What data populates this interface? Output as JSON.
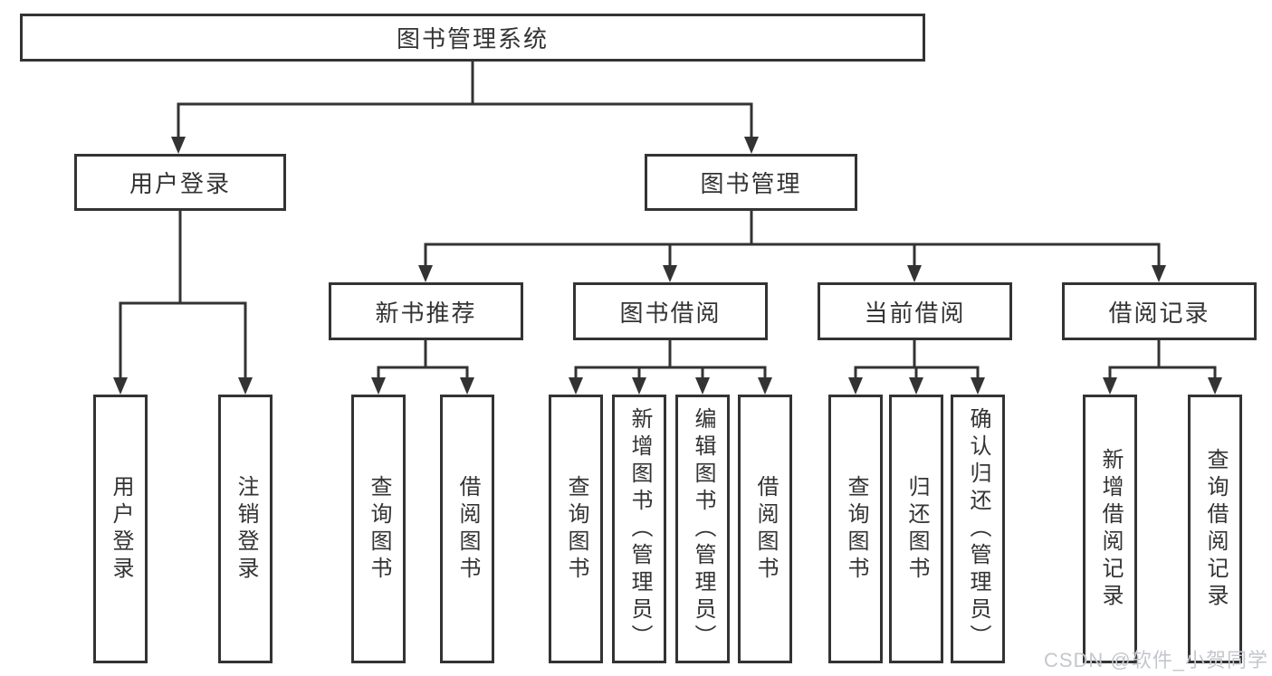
{
  "diagram": {
    "title": "图书管理系统",
    "level2": {
      "user_login": "用户登录",
      "book_management": "图书管理"
    },
    "level3": {
      "new_books": "新书推荐",
      "book_borrow": "图书借阅",
      "current_borrow": "当前借阅",
      "borrow_records": "借阅记录"
    },
    "leaves": {
      "user_login_children": [
        "用户登录",
        "注销登录"
      ],
      "new_books_children": [
        "查询图书",
        "借阅图书"
      ],
      "book_borrow_children": [
        "查询图书",
        "新增图书（管理员）",
        "编辑图书（管理员）",
        "借阅图书"
      ],
      "current_borrow_children": [
        "查询图书",
        "归还图书",
        "确认归还（管理员）"
      ],
      "borrow_records_children": [
        "新增借阅记录",
        "查询借阅记录"
      ]
    }
  },
  "watermark": {
    "text": "CSDN @软件_小贺同学"
  },
  "colors": {
    "line": "#333333",
    "text": "#333333",
    "watermark": "#c3c7cd",
    "background": "#ffffff"
  }
}
